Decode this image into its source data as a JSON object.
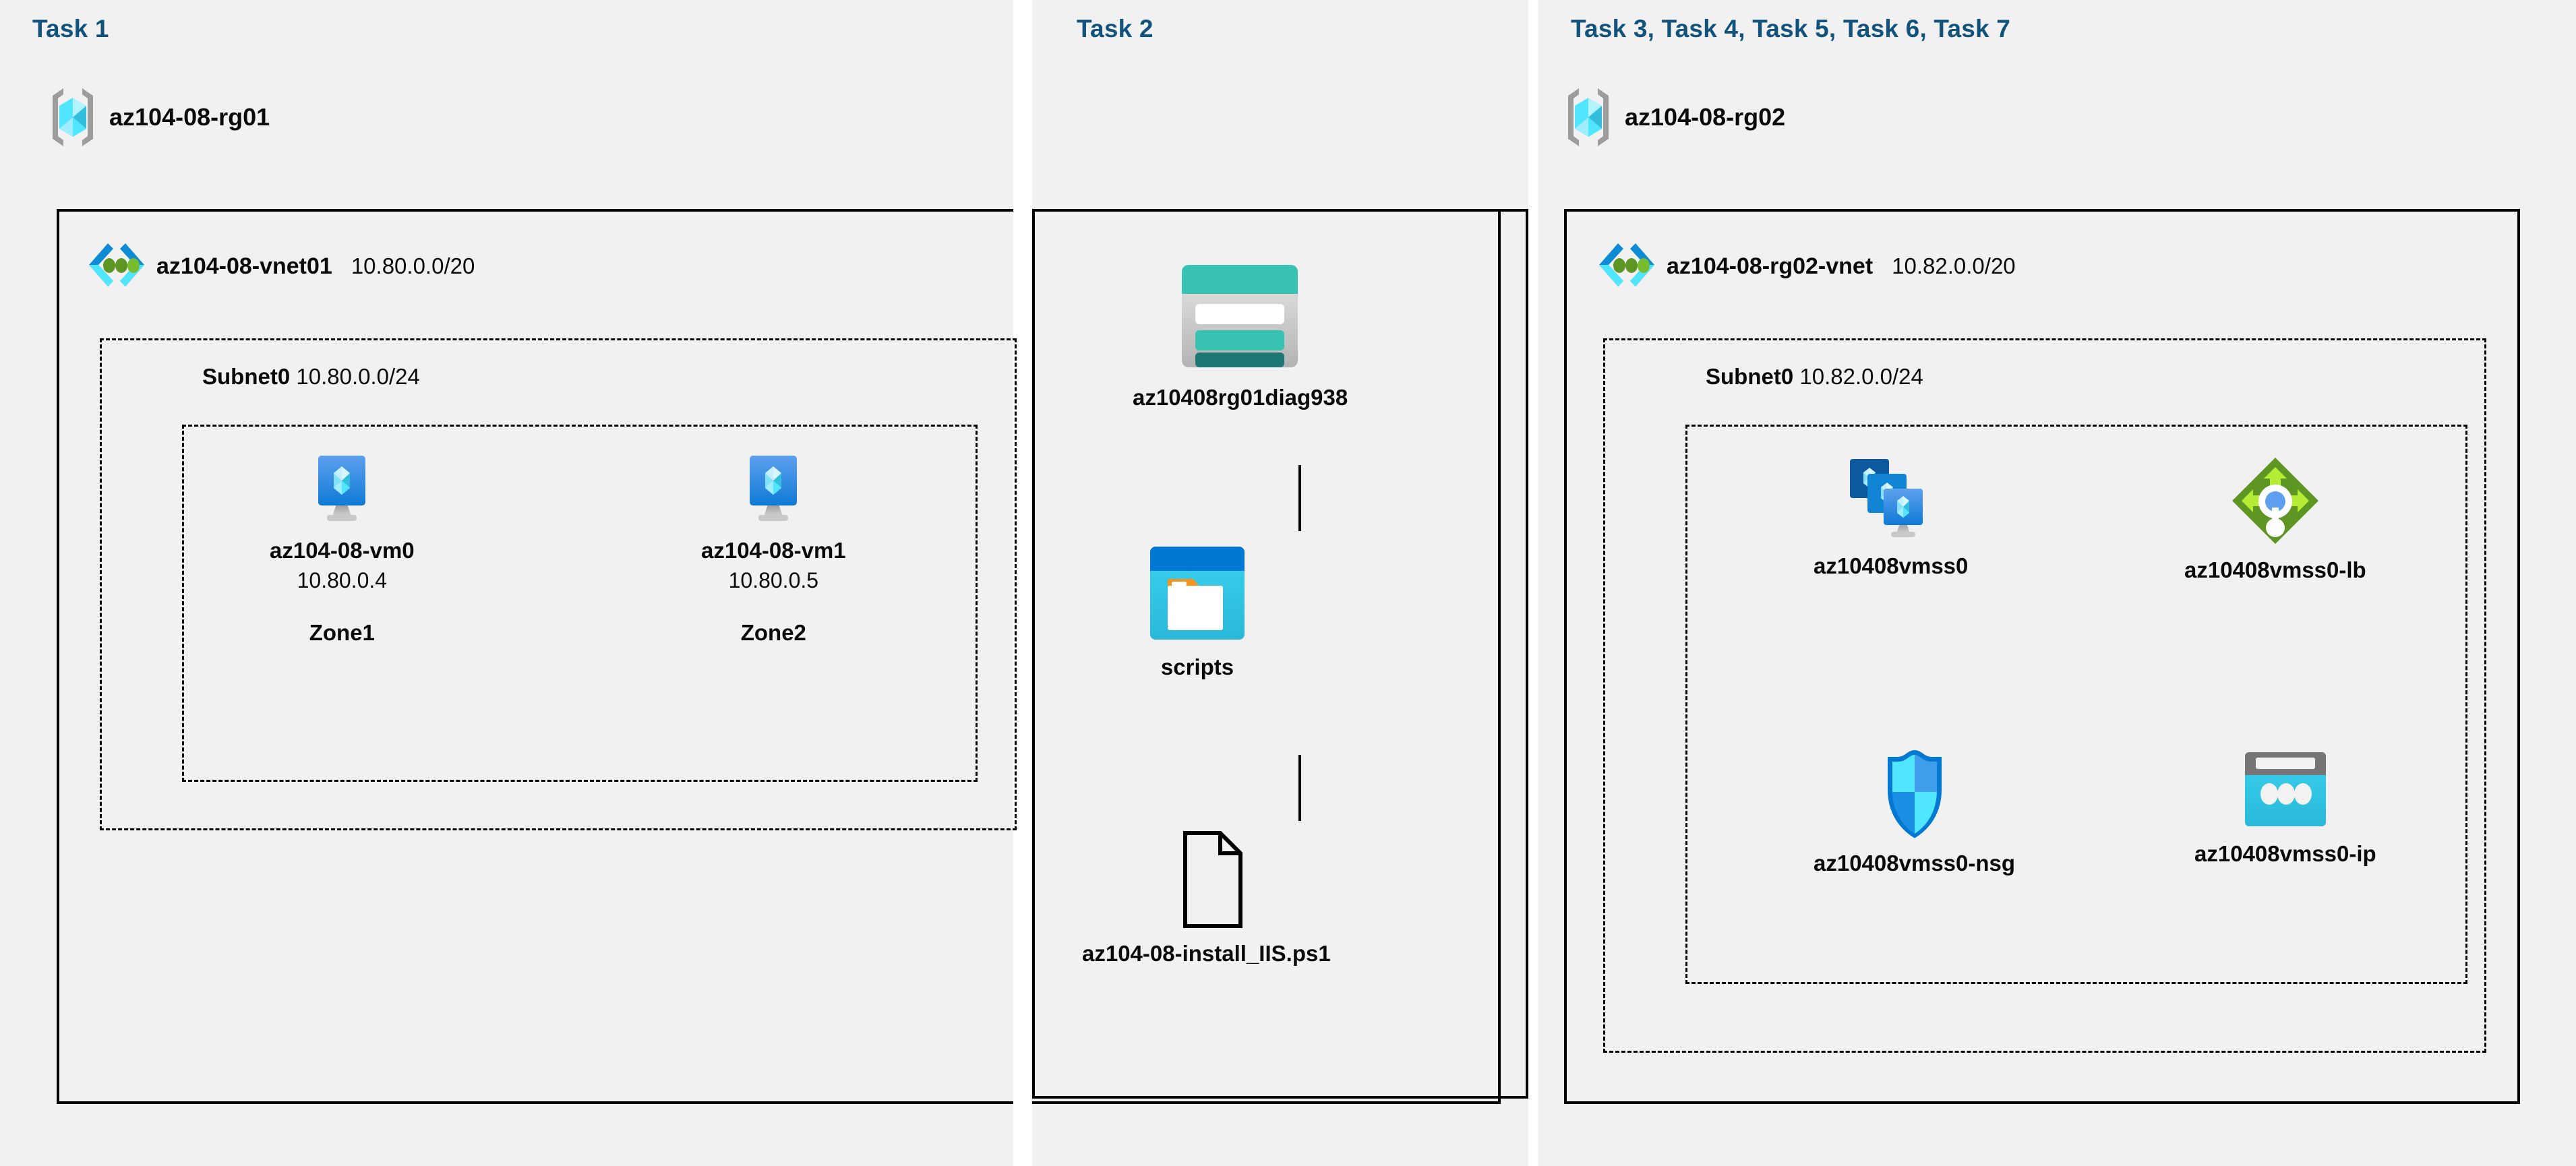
{
  "columns": [
    {
      "task_label": "Task 1"
    },
    {
      "task_label": "Task 2"
    },
    {
      "task_label": "Task 3, Task 4, Task 5, Task 6, Task 7"
    }
  ],
  "colors": {
    "task_label": "#12537e",
    "panel_bg": "#f1f1f1",
    "border": "#000000",
    "azure_blue": "#0078d4",
    "azure_cyan": "#50e6ff",
    "storage_teal": "#37c2b1",
    "lb_green": "#5e9624",
    "nsg_blue": "#32bedd"
  },
  "rg1": {
    "icon": "resource-group-icon",
    "name": "az104-08-rg01",
    "vnet": {
      "icon": "virtual-network-icon",
      "name": "az104-08-vnet01",
      "cidr": "10.80.0.0/20",
      "subnet": {
        "name": "Subnet0",
        "cidr": "10.80.0.0/24",
        "vms": [
          {
            "icon": "virtual-machine-icon",
            "name": "az104-08-vm0",
            "ip": "10.80.0.4",
            "zone": "Zone1"
          },
          {
            "icon": "virtual-machine-icon",
            "name": "az104-08-vm1",
            "ip": "10.80.0.5",
            "zone": "Zone2"
          }
        ]
      }
    }
  },
  "task2": {
    "storage_account": {
      "icon": "storage-account-icon",
      "name": "az10408rg01diag938"
    },
    "container": {
      "icon": "blob-container-icon",
      "name": "scripts"
    },
    "file": {
      "icon": "file-icon",
      "name": "az104-08-install_IIS.ps1"
    }
  },
  "rg2": {
    "icon": "resource-group-icon",
    "name": "az104-08-rg02",
    "vnet": {
      "icon": "virtual-network-icon",
      "name": "az104-08-rg02-vnet",
      "cidr": "10.82.0.0/20",
      "subnet": {
        "name": "Subnet0",
        "cidr": "10.82.0.0/24",
        "resources": [
          {
            "icon": "vm-scale-set-icon",
            "name": "az10408vmss0"
          },
          {
            "icon": "load-balancer-icon",
            "name": "az10408vmss0-lb"
          },
          {
            "icon": "network-security-group-icon",
            "name": "az10408vmss0-nsg"
          },
          {
            "icon": "public-ip-address-icon",
            "name": "az10408vmss0-ip"
          }
        ]
      }
    }
  }
}
